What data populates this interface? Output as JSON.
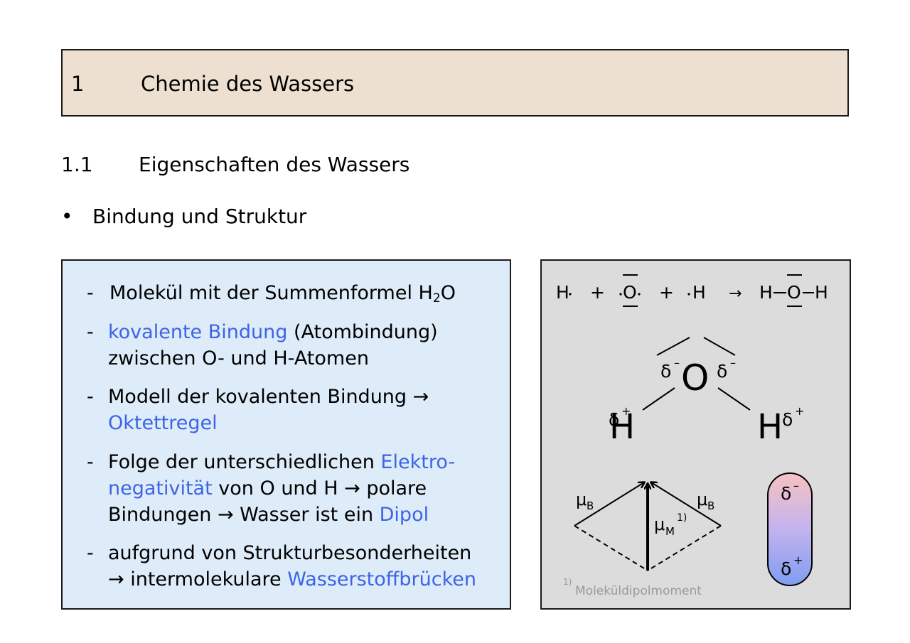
{
  "chapter": {
    "number": "1",
    "title": "Chemie des Wassers"
  },
  "section": {
    "number": "1.1",
    "title": "Eigenschaften des Wassers"
  },
  "topic": {
    "bullet": "•",
    "label": "Bindung und Struktur"
  },
  "items": {
    "dash": "-",
    "i1": {
      "text": "Molekül mit der Summenformel H",
      "sub": "2",
      "tail": "O"
    },
    "i2": {
      "blue": "kovalente Bindung",
      "rest": " (Atombindung)",
      "line2": "zwischen O- und H-Atomen"
    },
    "i3": {
      "line1": "Modell der kovalenten Bindung →",
      "line2_blue": "Oktettregel"
    },
    "i4": {
      "line1": "Folge der unterschiedlichen ",
      "line1_blue": "Elektro-",
      "line2_blue": "negativität",
      "line2": " von O und H → polare",
      "line3": "Bindungen → Wasser ist ein ",
      "line3_blue": "Dipol"
    },
    "i5": {
      "line1": "aufgrund von Strukturbesonderheiten",
      "line2": "→ intermolekulare ",
      "line2_blue": "Wasserstoffbrücken"
    }
  },
  "diagram": {
    "equation": {
      "h_left": "H",
      "plus": "+",
      "o": "O",
      "h_right": "H",
      "arrow": "→",
      "product_h1": "H",
      "product_o": "O",
      "product_h2": "H"
    },
    "molecule": {
      "center": "O",
      "h_left": "H",
      "h_right": "H",
      "delta_minus": "δ",
      "delta_plus": "δ",
      "minus": "–",
      "plus": "+"
    },
    "vectors": {
      "mu": "μ",
      "sub_b": "B",
      "sub_m": "M",
      "footnote_mark": "1)",
      "footnote_text": "Moleküldipolmoment"
    },
    "dipole": {
      "top": "δ",
      "top_sign": "–",
      "bottom": "δ",
      "bottom_sign": "+"
    }
  },
  "colors": {
    "chapter_bg": "#ede0d1",
    "text_blue": "#3c64e6",
    "left_box_bg": "#deebf8",
    "right_box_bg": "#dcdcdc",
    "pill_top": "#f7c2c2",
    "pill_bottom": "#7f9cf2",
    "footnote_gray": "#9a9a9a"
  }
}
